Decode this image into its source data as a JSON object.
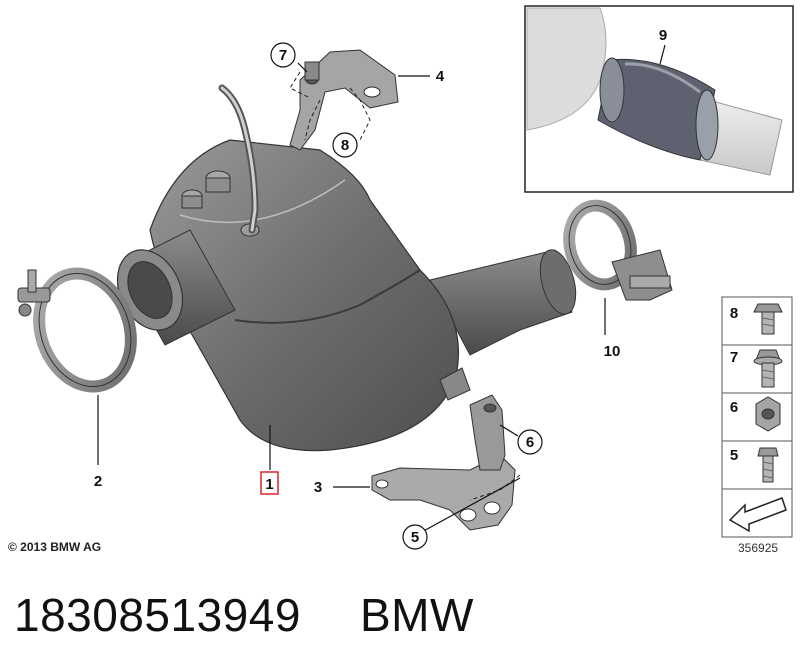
{
  "callouts": {
    "c1": "1",
    "c2": "2",
    "c3": "3",
    "c4": "4",
    "c5": "5",
    "c6": "6",
    "c7": "7",
    "c8": "8",
    "c9": "9",
    "c10": "10"
  },
  "legend": {
    "item8": "8",
    "item7": "7",
    "item6": "6",
    "item5": "5"
  },
  "copyright": "© 2013 BMW AG",
  "reference_number": "356925",
  "part_number": "18308513949",
  "brand": "BMW",
  "colors": {
    "highlight_box": "#d9262e",
    "part_body": "#7a7a7a",
    "line": "#111111"
  }
}
